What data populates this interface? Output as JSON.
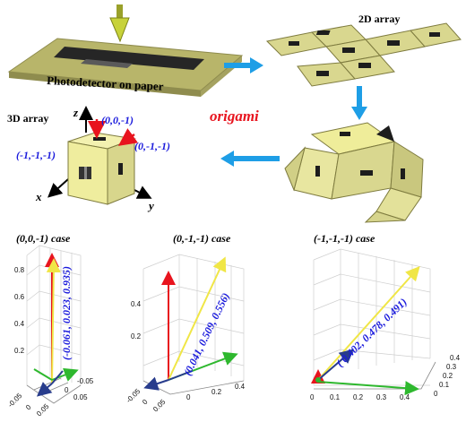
{
  "top": {
    "photodetector_label": "Photodetector on paper",
    "array2d_label": "2D array",
    "array3d_label": "3D array",
    "origami_label": "origami",
    "cube_labels": {
      "top_point": "(0,0,-1)",
      "edge_point": "(0,-1,-1)",
      "corner_point": "(-1,-1,-1)",
      "axis_x": "x",
      "axis_y": "y",
      "axis_z": "z"
    }
  },
  "plots": [
    {
      "title": "(0,0,-1) case",
      "vector_label": "(-0.061, 0.023, 0.935)",
      "z_ticks": [
        "0.2",
        "0.4",
        "0.6",
        "0.8"
      ],
      "x_ticks": [
        "-0.05",
        "0",
        "0.05"
      ],
      "y_ticks": [
        "-0.05",
        "0",
        "0.05"
      ]
    },
    {
      "title": "(0,-1,-1) case",
      "vector_label": "(0.041, 0.509, 0.556)",
      "z_ticks": [
        "0.2",
        "0.4"
      ],
      "x_ticks": [
        "-0.05",
        "0",
        "0.05"
      ],
      "y_ticks": [
        "0",
        "0.2",
        "0.4"
      ]
    },
    {
      "title": "(-1,-1,-1) case",
      "vector_label": "( 0.402, 0.478, 0.491)",
      "z_ticks": [],
      "x_ticks": [
        "0",
        "0.1",
        "0.2",
        "0.3",
        "0.4"
      ],
      "y_ticks": [
        "0",
        "0.1",
        "0.2",
        "0.3",
        "0.4"
      ]
    }
  ],
  "colors": {
    "paper": "#e8e6a0",
    "paper_dark": "#8f8c4e",
    "detector": "#2a2a2a",
    "flow_arrow": "#1e9ee6",
    "red": "#e8141e",
    "yellow": "#f0e646",
    "green": "#2eb82e",
    "navy": "#283c8c"
  }
}
